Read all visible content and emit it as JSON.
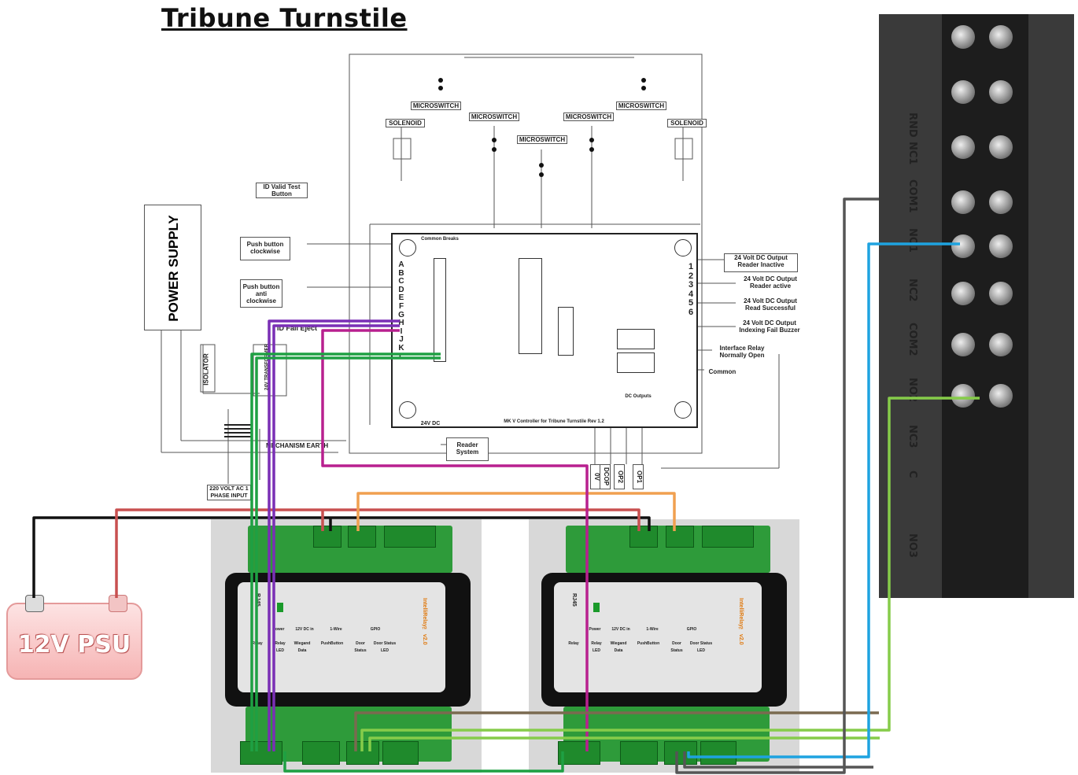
{
  "title": "Tribune Turnstile",
  "controller": {
    "footer": "MK V Controller for Tribune Turnstile Rev 1.2",
    "supply": "24V DC",
    "fuse_label": "Common Breaks",
    "dc_outputs": "DC Outputs",
    "rows_left": [
      "A",
      "B",
      "C",
      "D",
      "E",
      "F",
      "G",
      "H",
      "I",
      "J",
      "K",
      "L"
    ],
    "rows_right": [
      "1",
      "2",
      "3",
      "4",
      "5",
      "6"
    ]
  },
  "top_parts": {
    "microswitch": "MICROSWITCH",
    "solenoid": "SOLENOID"
  },
  "left_labels": {
    "id_valid": "ID Valid Test Button",
    "push_cw": "Push button clockwise",
    "push_acw": "Push button anti clockwise",
    "id_fail": "ID Fail Eject",
    "isolator": "ISOLATOR",
    "transformer": "24V TRANSFORMER",
    "mech_earth": "MECHANISM EARTH",
    "mains": "220 VOLT AC 1 PHASE INPUT",
    "reader": "Reader System"
  },
  "power_supply": "POWER SUPPLY",
  "right_labels": {
    "out1": "24 Volt DC Output Reader Inactive",
    "out2": "24 Volt DC Output Reader active",
    "out3": "24 Volt DC Output Read Successful",
    "out4": "24 Volt DC Output Indexing Fail Buzzer",
    "relay": "Interface Relay Normally Open",
    "common": "Common"
  },
  "bottom_tags": [
    "0V",
    "DCOP",
    "OP2",
    "OP1"
  ],
  "psu_label": "12V PSU",
  "relay_module": {
    "name": "IntelliRelay™ v2.0",
    "rj45": "RJ45",
    "power": "Power",
    "dc_in": "12V DC in",
    "one_wire": "1-Wire",
    "gpio": "GPIO",
    "relay": "Relay",
    "relay_led": "Relay LED",
    "wiegand": "Wiegand Data",
    "pushbutton": "PushButton",
    "door_status": "Door Status",
    "door_led": "Door Status LED"
  },
  "terminal_labels": [
    "RND",
    "NC1",
    "COM1",
    "NO1",
    "NC2",
    "COM2",
    "NO2",
    "NC3",
    "C",
    "NO3"
  ],
  "wire_colors": {
    "black": "#111111",
    "red": "#c85050",
    "orange": "#f0a050",
    "purple": "#7a2fb5",
    "magenta": "#b8208f",
    "green": "#1ea043",
    "lightgreen": "#86cc4a",
    "blue": "#1ea3e0",
    "grey": "#555555",
    "brown": "#7a6a50"
  }
}
